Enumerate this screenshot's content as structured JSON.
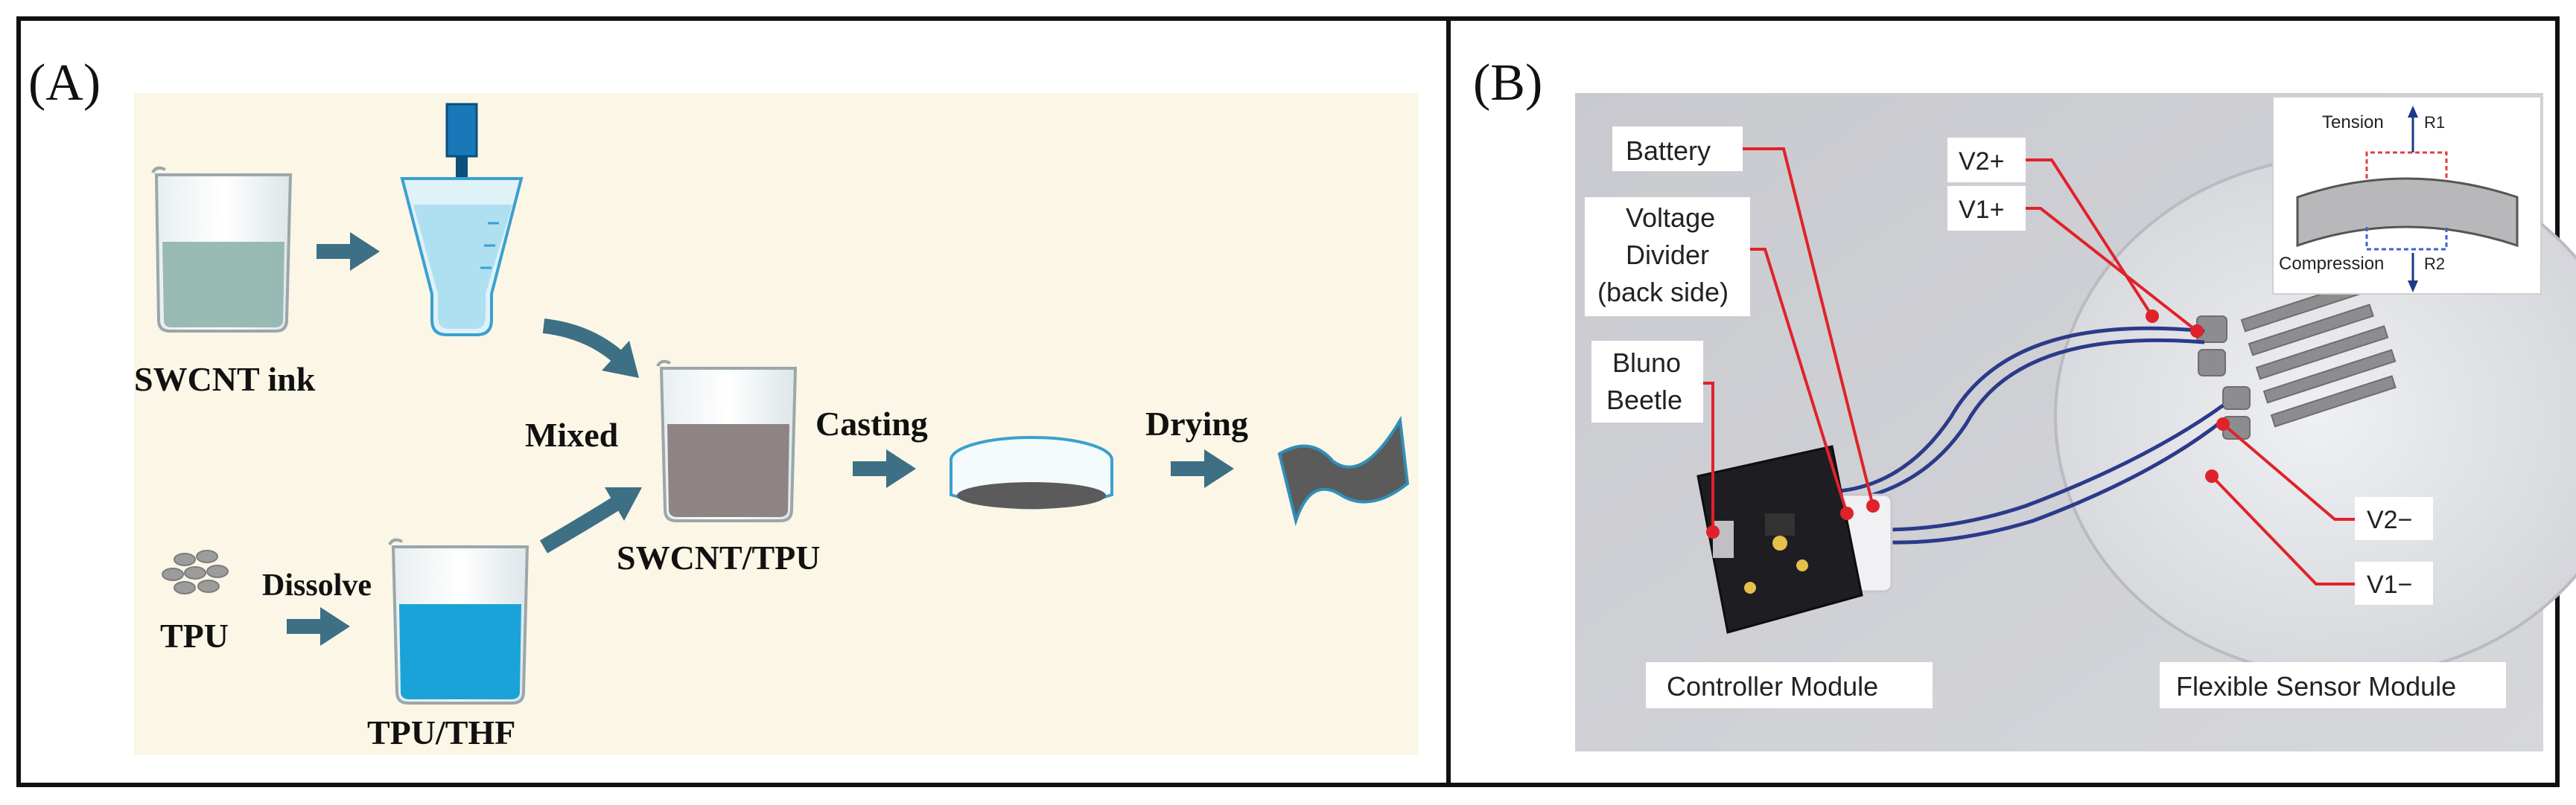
{
  "panel_a": {
    "label": "(A)",
    "text": {
      "swcnt_ink": "SWCNT ink",
      "mixed": "Mixed",
      "casting": "Casting",
      "drying": "Drying",
      "dissolve": "Dissolve",
      "tpu": "TPU",
      "tpu_thf": "TPU/THF",
      "swcnt_tpu": "SWCNT/TPU"
    }
  },
  "panel_b": {
    "label": "(B)",
    "labels": {
      "battery": "Battery",
      "voltage_divider_1": "Voltage",
      "voltage_divider_2": "Divider",
      "voltage_divider_3": "(back side)",
      "bluno_1": "Bluno",
      "bluno_2": "Beetle",
      "controller_module": "Controller Module",
      "flexible_sensor_module": "Flexible Sensor Module",
      "v2_plus": "V2+",
      "v1_plus": "V1+",
      "v2_minus": "V2−",
      "v1_minus": "V1−"
    },
    "inset": {
      "tension": "Tension",
      "compression": "Compression",
      "r1": "R1",
      "r2": "R2"
    }
  },
  "colors": {
    "panel_a_bg": "#fbf6e6",
    "arrow": "#3d6f85",
    "ink": "#8fb4ac",
    "tpu_solution": "#1aa3d8",
    "mixture": "#8e8484",
    "photo_bg": "#cfd0d4",
    "leader_line": "#e0222a"
  }
}
